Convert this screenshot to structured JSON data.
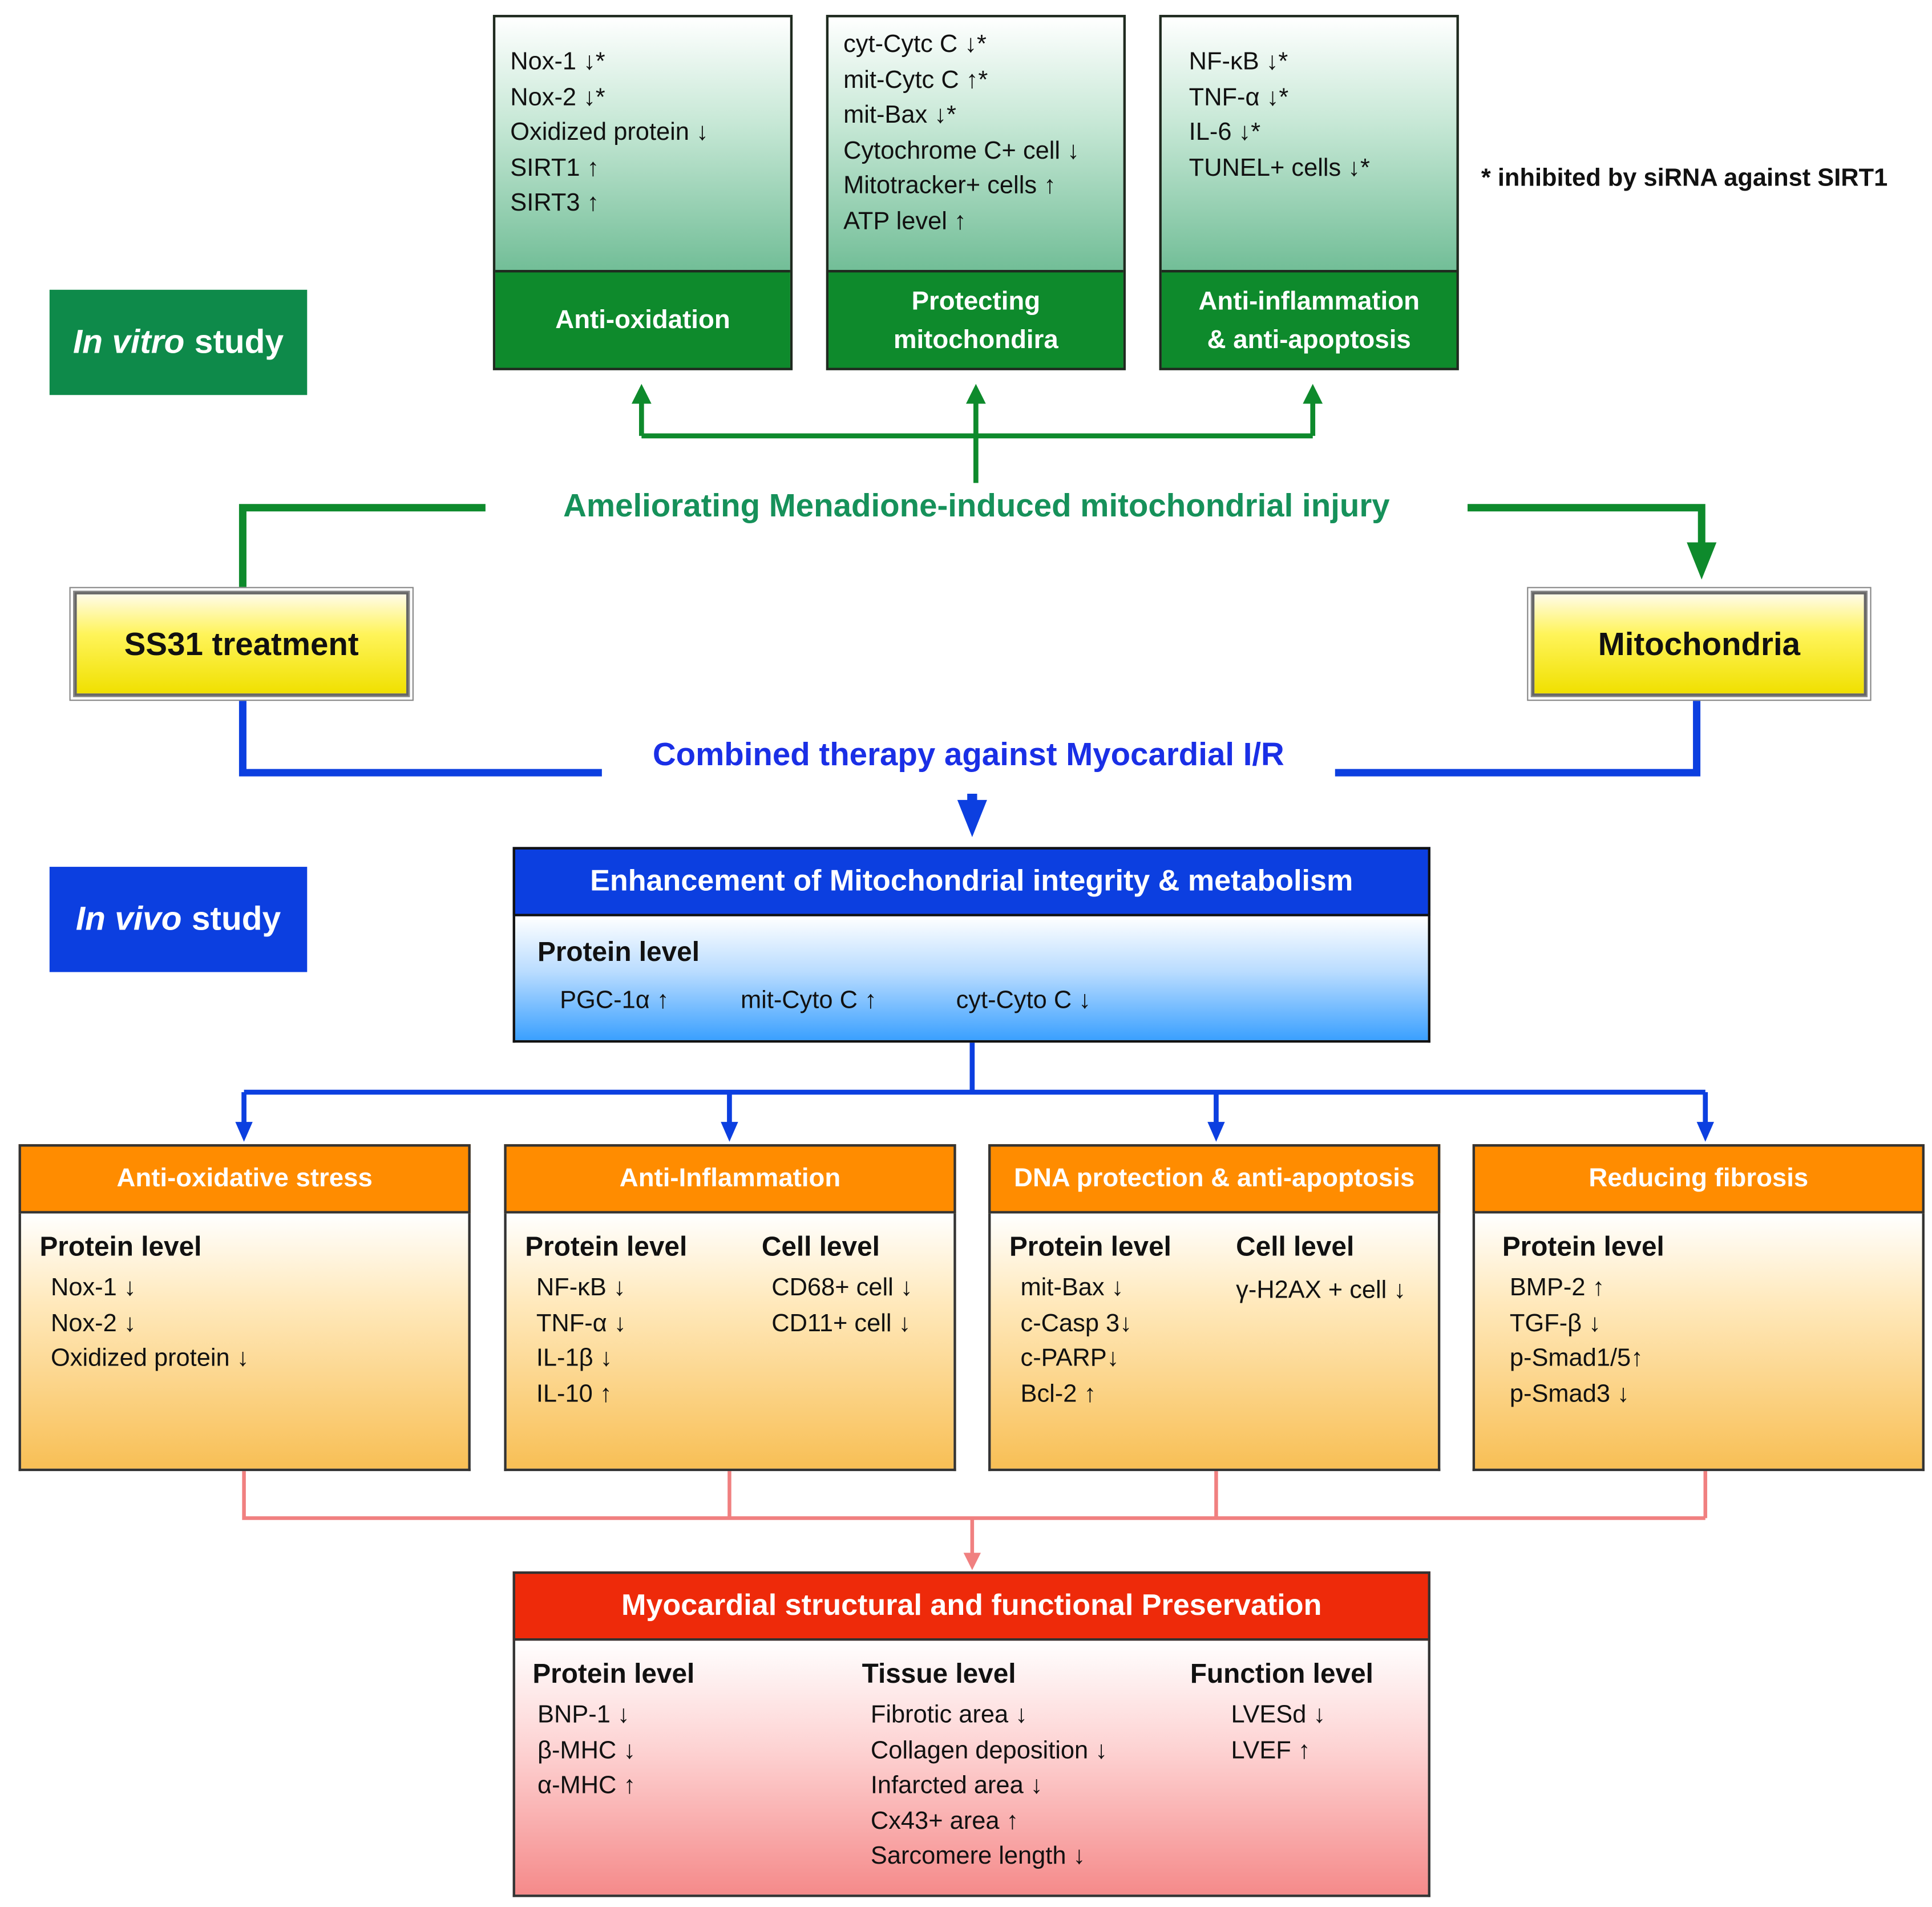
{
  "colors": {
    "green": "#0e8a2c",
    "blue": "#0c3fe0",
    "orange": "#ff8c00",
    "red": "#ee2a0a",
    "pink_line": "#f08080",
    "yellow": "#fff45a"
  },
  "in_vitro_label": {
    "italic": "In vitro",
    "rest": "study"
  },
  "in_vivo_label": {
    "italic": "In vivo",
    "rest": "study"
  },
  "vitro_boxes": [
    {
      "items": [
        "Nox-1 ↓*",
        "Nox-2 ↓*",
        "Oxidized protein ↓",
        "SIRT1 ↑",
        "SIRT3 ↑"
      ],
      "footer": [
        "Anti-oxidation"
      ]
    },
    {
      "items": [
        "cyt-Cytc C ↓*",
        "mit-Cytc C ↑*",
        "mit-Bax ↓*",
        "Cytochrome C+ cell ↓",
        "Mitotracker+ cells ↑",
        "ATP level ↑"
      ],
      "footer": [
        "Protecting",
        "mitochondira"
      ]
    },
    {
      "items": [
        "NF-κB ↓*",
        "TNF-α ↓*",
        "IL-6 ↓*",
        "TUNEL+ cells ↓*"
      ],
      "footer": [
        "Anti-inflammation",
        "& anti-apoptosis"
      ]
    }
  ],
  "note": "* inhibited by siRNA against SIRT1",
  "green_flow_label": "Ameliorating Menadione-induced mitochondrial injury",
  "ss31_label": "SS31 treatment",
  "mito_label": "Mitochondria",
  "blue_flow_label": "Combined therapy against Myocardial I/R",
  "enhancement": {
    "title": "Enhancement of Mitochondrial integrity & metabolism",
    "level": "Protein level",
    "items": [
      "PGC-1α ↑",
      "mit-Cyto C ↑",
      "cyt-Cyto C ↓"
    ]
  },
  "orange_boxes": [
    {
      "title": "Anti-oxidative stress",
      "columns": [
        {
          "heading": "Protein level",
          "items": [
            "Nox-1 ↓",
            "Nox-2 ↓",
            "Oxidized protein ↓"
          ]
        }
      ]
    },
    {
      "title": "Anti-Inflammation",
      "columns": [
        {
          "heading": "Protein level",
          "items": [
            "NF-κB ↓",
            "TNF-α ↓",
            "IL-1β ↓",
            "IL-10 ↑"
          ]
        },
        {
          "heading": "Cell level",
          "items": [
            "CD68+ cell ↓",
            "CD11+ cell ↓"
          ]
        }
      ]
    },
    {
      "title": "DNA protection & anti-apoptosis",
      "columns": [
        {
          "heading": "Protein level",
          "items": [
            "mit-Bax ↓",
            "c-Casp 3↓",
            "c-PARP↓",
            "Bcl-2 ↑"
          ]
        },
        {
          "heading": "Cell level",
          "items": [
            "γ-H2AX + cell ↓"
          ]
        }
      ]
    },
    {
      "title": "Reducing fibrosis",
      "columns": [
        {
          "heading": "Protein level",
          "items": [
            "BMP-2 ↑",
            "TGF-β ↓",
            "p-Smad1/5↑",
            "p-Smad3 ↓"
          ]
        }
      ]
    }
  ],
  "preservation": {
    "title": "Myocardial structural and functional Preservation",
    "columns": [
      {
        "heading": "Protein level",
        "items": [
          "BNP-1 ↓",
          "β-MHC ↓",
          "α-MHC ↑"
        ]
      },
      {
        "heading": "Tissue level",
        "items": [
          "Fibrotic area ↓",
          "Collagen deposition ↓",
          "Infarcted area ↓",
          "Cx43+ area ↑",
          "Sarcomere length ↓"
        ]
      },
      {
        "heading": "Function level",
        "items": [
          "LVESd ↓",
          "LVEF ↑"
        ]
      }
    ]
  }
}
